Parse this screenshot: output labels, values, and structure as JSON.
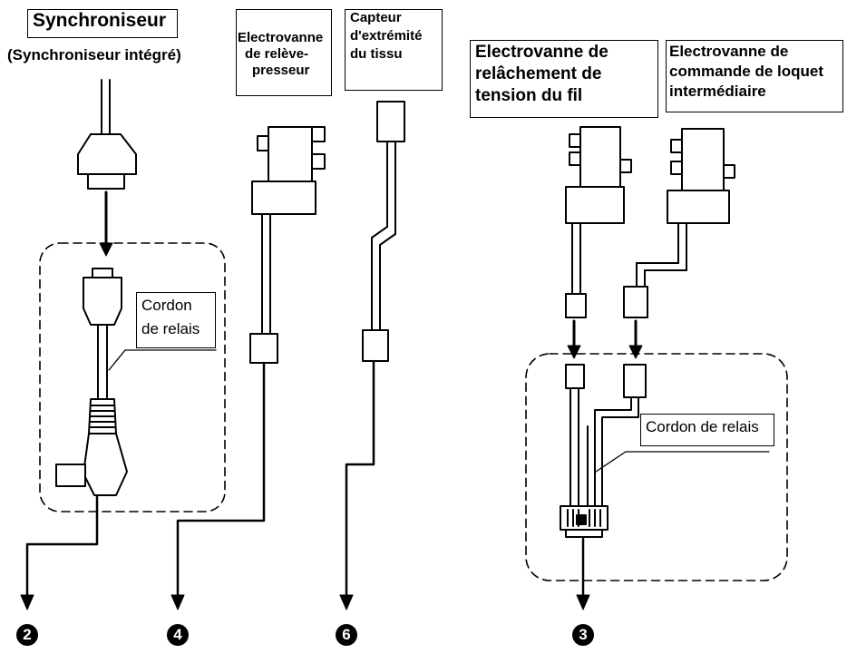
{
  "labels": {
    "synchroniseur_title": "Synchroniseur",
    "synchroniseur_sub": "(Synchroniseur intégré)",
    "cordon_relais_1_line1": "Cordon",
    "cordon_relais_1_line2": "de relais",
    "electrovanne_releve_l1": "Electrovanne",
    "electrovanne_releve_l2": "de relève-",
    "electrovanne_releve_l3": "presseur",
    "capteur_l1": "Capteur",
    "capteur_l2": "d'extrémité",
    "capteur_l3": "du tissu",
    "relachement_l1": "Electrovanne de",
    "relachement_l2": "relâchement de",
    "relachement_l3": "tension du fil",
    "loquet_l1": "Electrovanne de",
    "loquet_l2": "commande de loquet",
    "loquet_l3": "intermédiaire",
    "cordon_relais_2": "Cordon de relais"
  },
  "bullets": {
    "b2": "2",
    "b4": "4",
    "b6": "6",
    "b3": "3"
  },
  "colors": {
    "ink": "#000000",
    "paper": "#ffffff"
  }
}
